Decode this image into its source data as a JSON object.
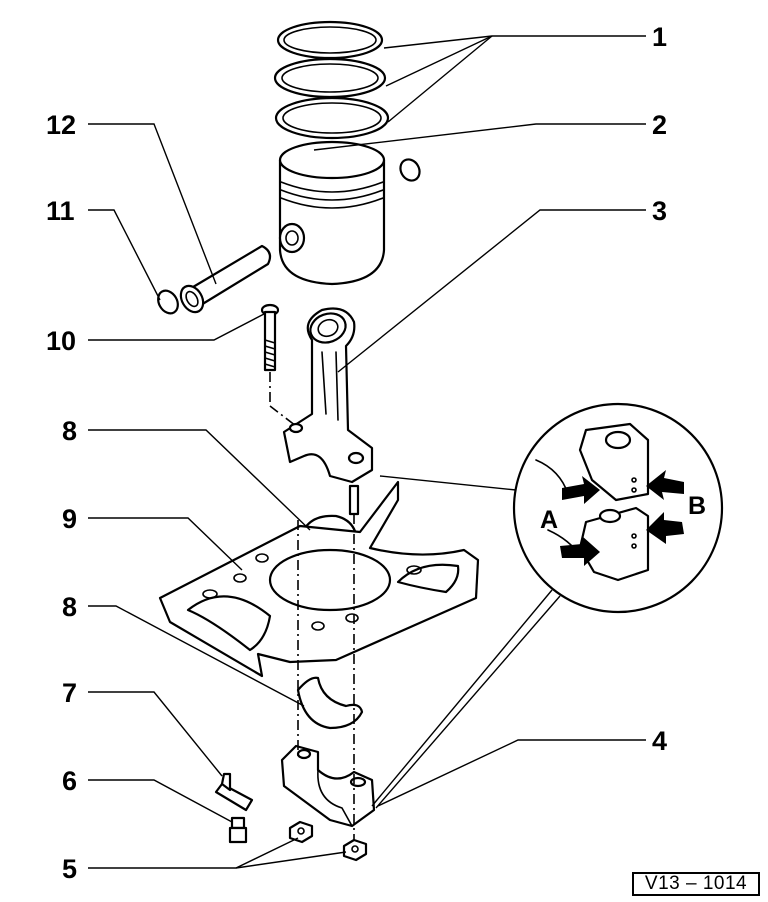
{
  "callouts": {
    "c1": "1",
    "c2": "2",
    "c3": "3",
    "c4": "4",
    "c5": "5",
    "c6": "6",
    "c7": "7",
    "c8a": "8",
    "c8b": "8",
    "c9": "9",
    "c10": "10",
    "c11": "11",
    "c12": "12"
  },
  "detail": {
    "label_a": "A",
    "label_b": "B"
  },
  "reference": "V13 – 1014"
}
